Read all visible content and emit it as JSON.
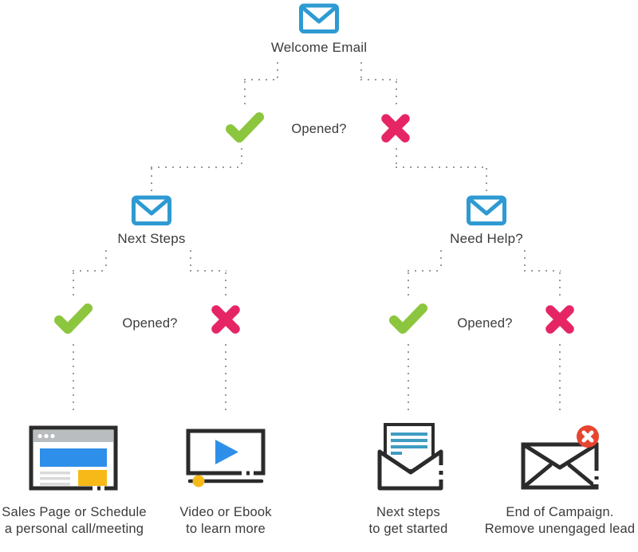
{
  "root": {
    "label": "Welcome Email",
    "icon": "closed-envelope-icon"
  },
  "level1": {
    "question": "Opened?",
    "yes_icon": "check-icon",
    "no_icon": "cross-icon"
  },
  "branches": [
    {
      "node": {
        "label": "Next Steps",
        "icon": "closed-envelope-icon"
      },
      "question": "Opened?",
      "yes_outcome": {
        "icon": "browser-window-icon",
        "line1": "Sales Page or Schedule",
        "line2": "a personal call/meeting"
      },
      "no_outcome": {
        "icon": "video-player-icon",
        "line1": "Video or Ebook",
        "line2": "to learn more"
      }
    },
    {
      "node": {
        "label": "Need Help?",
        "icon": "closed-envelope-icon"
      },
      "question": "Opened?",
      "yes_outcome": {
        "icon": "open-envelope-letter-icon",
        "line1": "Next steps",
        "line2": "to get started"
      },
      "no_outcome": {
        "icon": "envelope-remove-icon",
        "line1": "End of Campaign.",
        "line2": "Remove unengaged lead"
      }
    }
  ],
  "colors": {
    "envelope_blue": "#2e9ad2",
    "check_green": "#8cc63e",
    "cross_pink": "#e62565",
    "icon_outline": "#2b2b2b",
    "dotted_line": "#9a9a9a",
    "text": "#3b3b3b",
    "browser_banner_blue": "#2e8fea",
    "accent_yellow": "#f7b917",
    "browser_titlebar_gray": "#b9bdbf",
    "placeholder_line_gray": "#d9d9d9",
    "letter_line_teal": "#3e9dc3",
    "remove_badge_red": "#e64530"
  }
}
